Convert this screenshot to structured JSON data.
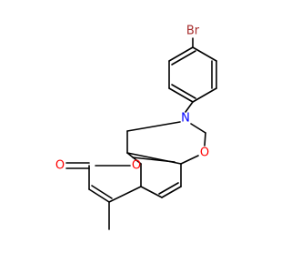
{
  "molecule": {
    "atoms": {
      "bromine": {
        "symbol": "Br",
        "color": "#a52a2a"
      },
      "nitrogen": {
        "symbol": "N",
        "color": "#0000ff"
      },
      "oxazine_oxygen": {
        "symbol": "O",
        "color": "#ff0000"
      },
      "pyranone_ring_oxygen": {
        "symbol": "O",
        "color": "#ff0000"
      },
      "carbonyl_oxygen": {
        "symbol": "O",
        "color": "#ff0000"
      }
    },
    "bond_color": "#000000"
  }
}
